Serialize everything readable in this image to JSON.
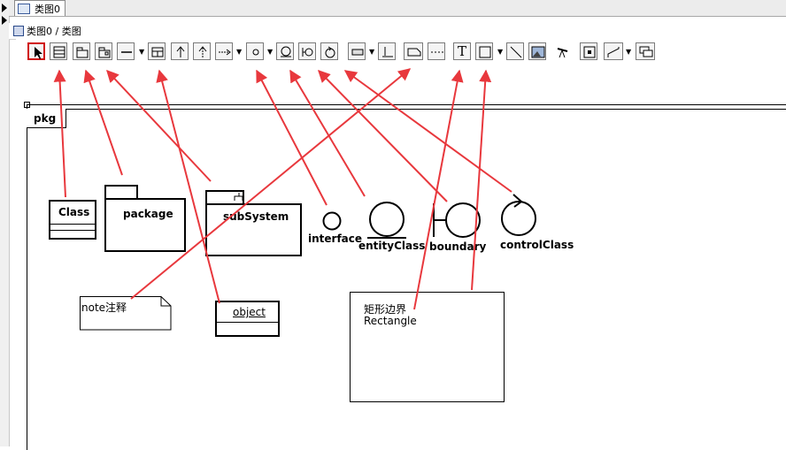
{
  "tab": {
    "title": "类图0"
  },
  "breadcrumb": {
    "path": "类图0 / 类图"
  },
  "toolbar": {
    "tools": [
      {
        "name": "select-tool-icon",
        "selected": true
      },
      {
        "name": "class-tool-icon"
      },
      {
        "name": "package-tool-icon"
      },
      {
        "name": "subsystem-tool-icon"
      },
      {
        "name": "association-tool-icon"
      },
      {
        "name": "aggregation-tool-icon"
      },
      {
        "name": "generalization-tool-icon"
      },
      {
        "name": "realization-tool-icon"
      },
      {
        "name": "dependency-tool-icon"
      },
      {
        "name": "interface-tool-icon"
      },
      {
        "name": "entity-class-tool-icon"
      },
      {
        "name": "boundary-tool-icon"
      },
      {
        "name": "control-class-tool-icon"
      },
      {
        "name": "object-tool-icon"
      },
      {
        "name": "constraint-tool-icon"
      },
      {
        "name": "note-tool-icon"
      },
      {
        "name": "anchor-line-tool-icon"
      },
      {
        "name": "text-tool-icon"
      },
      {
        "name": "rectangle-tool-icon"
      },
      {
        "name": "line-tool-icon"
      },
      {
        "name": "image-tool-icon"
      },
      {
        "name": "telescope-tool-icon"
      },
      {
        "name": "focus-tool-icon"
      },
      {
        "name": "connector-style-tool-icon"
      },
      {
        "name": "layers-tool-icon"
      }
    ],
    "text_tool_label": "T"
  },
  "diagram": {
    "frame_label": "pkg",
    "shapes": {
      "class": "Class",
      "package": "package",
      "subsystem": "subSystem",
      "interface": "interface",
      "entity_class": "entityClass",
      "boundary": "boundary",
      "control_class": "controlClass",
      "note": "note注释",
      "object": "object",
      "rectangle_line1": "矩形边界",
      "rectangle_line2": "Rectangle"
    }
  },
  "colors": {
    "arrow": "#e8383d",
    "selected_tool_border": "#d01010"
  }
}
